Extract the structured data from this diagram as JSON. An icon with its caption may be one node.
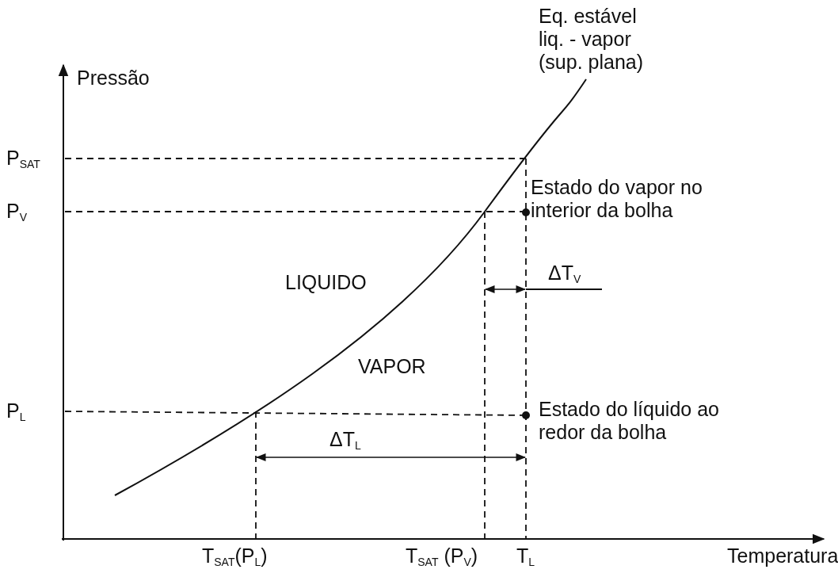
{
  "diagram": {
    "labels": [
      "Eq. estável liq. - vapor (sup. plana)",
      "Pressão",
      "P$_{SAT}$",
      "Estado do vapor no interior da bolha",
      "P$_{V}$",
      "ΔT$_{V}$",
      "LIQUIDO",
      "VAPOR",
      "P$_{L}$",
      "Estado do líquido ao redor da bolha",
      "ΔT$_{L}$",
      "T$_{SAT}$(P$_{L}$)",
      "T$_{SAT}$ (P$_{V}$)",
      "T$_{L}$",
      "Temperatura"
    ]
  }
}
